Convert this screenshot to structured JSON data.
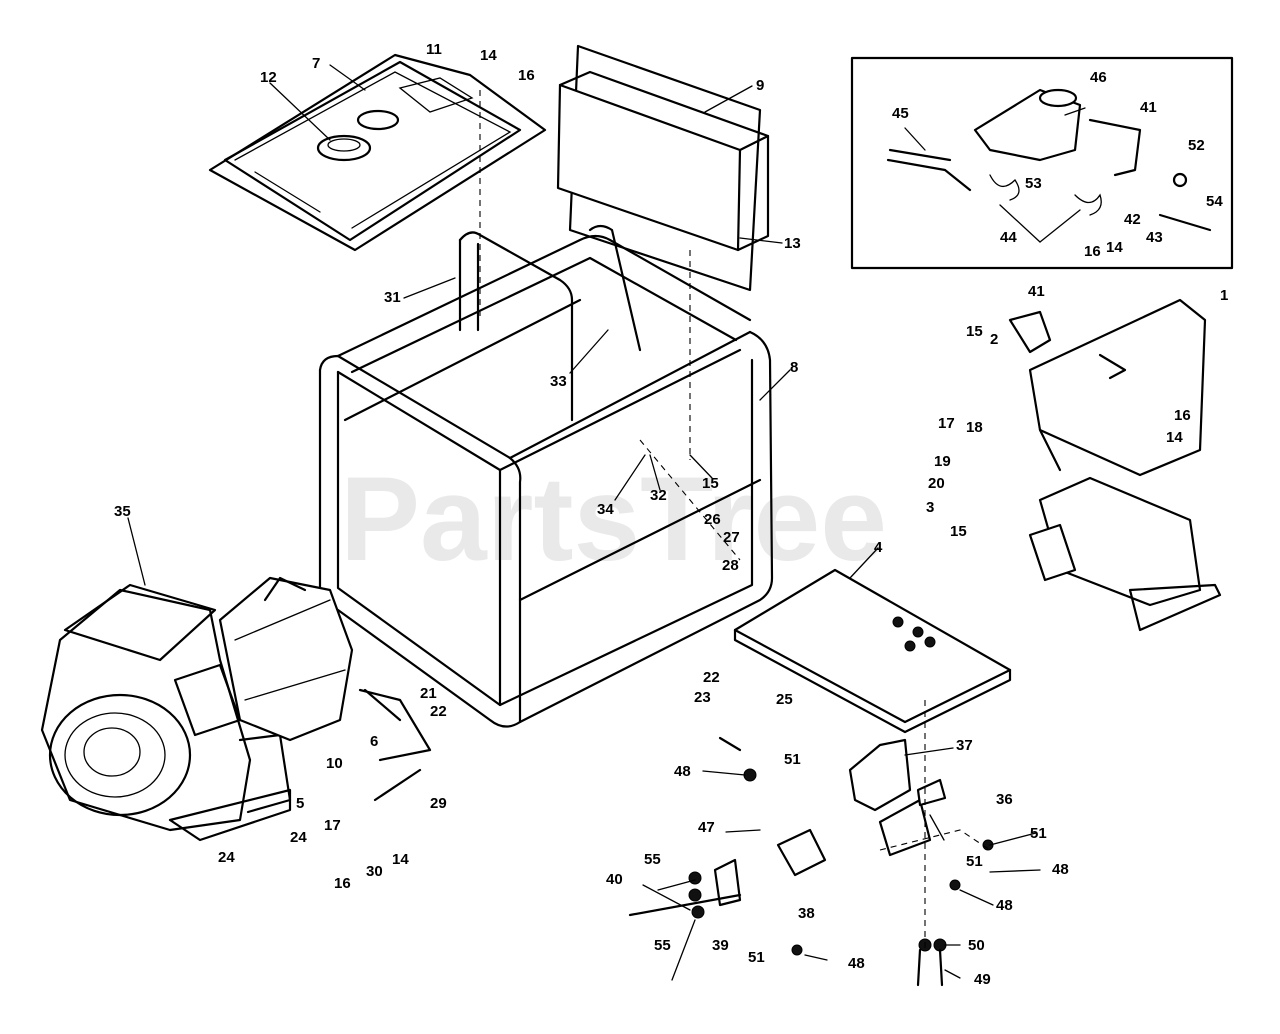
{
  "watermark": "PartsTree",
  "labels": [
    {
      "id": "l7",
      "text": "7"
    },
    {
      "id": "l11",
      "text": "11"
    },
    {
      "id": "l14a",
      "text": "14"
    },
    {
      "id": "l16a",
      "text": "16"
    },
    {
      "id": "l12",
      "text": "12"
    },
    {
      "id": "l9",
      "text": "9"
    },
    {
      "id": "l13",
      "text": "13"
    },
    {
      "id": "l31",
      "text": "31"
    },
    {
      "id": "l33",
      "text": "33"
    },
    {
      "id": "l8",
      "text": "8"
    },
    {
      "id": "l15a",
      "text": "15"
    },
    {
      "id": "l32",
      "text": "32"
    },
    {
      "id": "l34",
      "text": "34"
    },
    {
      "id": "l35",
      "text": "35"
    },
    {
      "id": "l26",
      "text": "26"
    },
    {
      "id": "l27",
      "text": "27"
    },
    {
      "id": "l28",
      "text": "28"
    },
    {
      "id": "l4",
      "text": "4"
    },
    {
      "id": "l22a",
      "text": "22"
    },
    {
      "id": "l23",
      "text": "23"
    },
    {
      "id": "l25",
      "text": "25"
    },
    {
      "id": "l21",
      "text": "21"
    },
    {
      "id": "l22b",
      "text": "22"
    },
    {
      "id": "l6",
      "text": "6"
    },
    {
      "id": "l10",
      "text": "10"
    },
    {
      "id": "l5",
      "text": "5"
    },
    {
      "id": "l17a",
      "text": "17"
    },
    {
      "id": "l29",
      "text": "29"
    },
    {
      "id": "l24a",
      "text": "24"
    },
    {
      "id": "l24b",
      "text": "24"
    },
    {
      "id": "l16b",
      "text": "16"
    },
    {
      "id": "l30",
      "text": "30"
    },
    {
      "id": "l14b",
      "text": "14"
    },
    {
      "id": "l46",
      "text": "46"
    },
    {
      "id": "l45",
      "text": "45"
    },
    {
      "id": "l41a",
      "text": "41"
    },
    {
      "id": "l52",
      "text": "52"
    },
    {
      "id": "l53",
      "text": "53"
    },
    {
      "id": "l54",
      "text": "54"
    },
    {
      "id": "l44",
      "text": "44"
    },
    {
      "id": "l42",
      "text": "42"
    },
    {
      "id": "l43",
      "text": "43"
    },
    {
      "id": "l16c",
      "text": "16"
    },
    {
      "id": "l14c",
      "text": "14"
    },
    {
      "id": "l41b",
      "text": "41"
    },
    {
      "id": "l1",
      "text": "1"
    },
    {
      "id": "l15b",
      "text": "15"
    },
    {
      "id": "l2",
      "text": "2"
    },
    {
      "id": "l17b",
      "text": "17"
    },
    {
      "id": "l18",
      "text": "18"
    },
    {
      "id": "l16d",
      "text": "16"
    },
    {
      "id": "l14d",
      "text": "14"
    },
    {
      "id": "l19",
      "text": "19"
    },
    {
      "id": "l20",
      "text": "20"
    },
    {
      "id": "l3",
      "text": "3"
    },
    {
      "id": "l15c",
      "text": "15"
    },
    {
      "id": "l37",
      "text": "37"
    },
    {
      "id": "l48a",
      "text": "48"
    },
    {
      "id": "l51a",
      "text": "51"
    },
    {
      "id": "l36",
      "text": "36"
    },
    {
      "id": "l47",
      "text": "47"
    },
    {
      "id": "l51b",
      "text": "51"
    },
    {
      "id": "l48b",
      "text": "48"
    },
    {
      "id": "l55a",
      "text": "55"
    },
    {
      "id": "l51c",
      "text": "51"
    },
    {
      "id": "l40",
      "text": "40"
    },
    {
      "id": "l48c",
      "text": "48"
    },
    {
      "id": "l38",
      "text": "38"
    },
    {
      "id": "l55b",
      "text": "55"
    },
    {
      "id": "l39",
      "text": "39"
    },
    {
      "id": "l50",
      "text": "50"
    },
    {
      "id": "l51d",
      "text": "51"
    },
    {
      "id": "l48d",
      "text": "48"
    },
    {
      "id": "l49",
      "text": "49"
    }
  ]
}
